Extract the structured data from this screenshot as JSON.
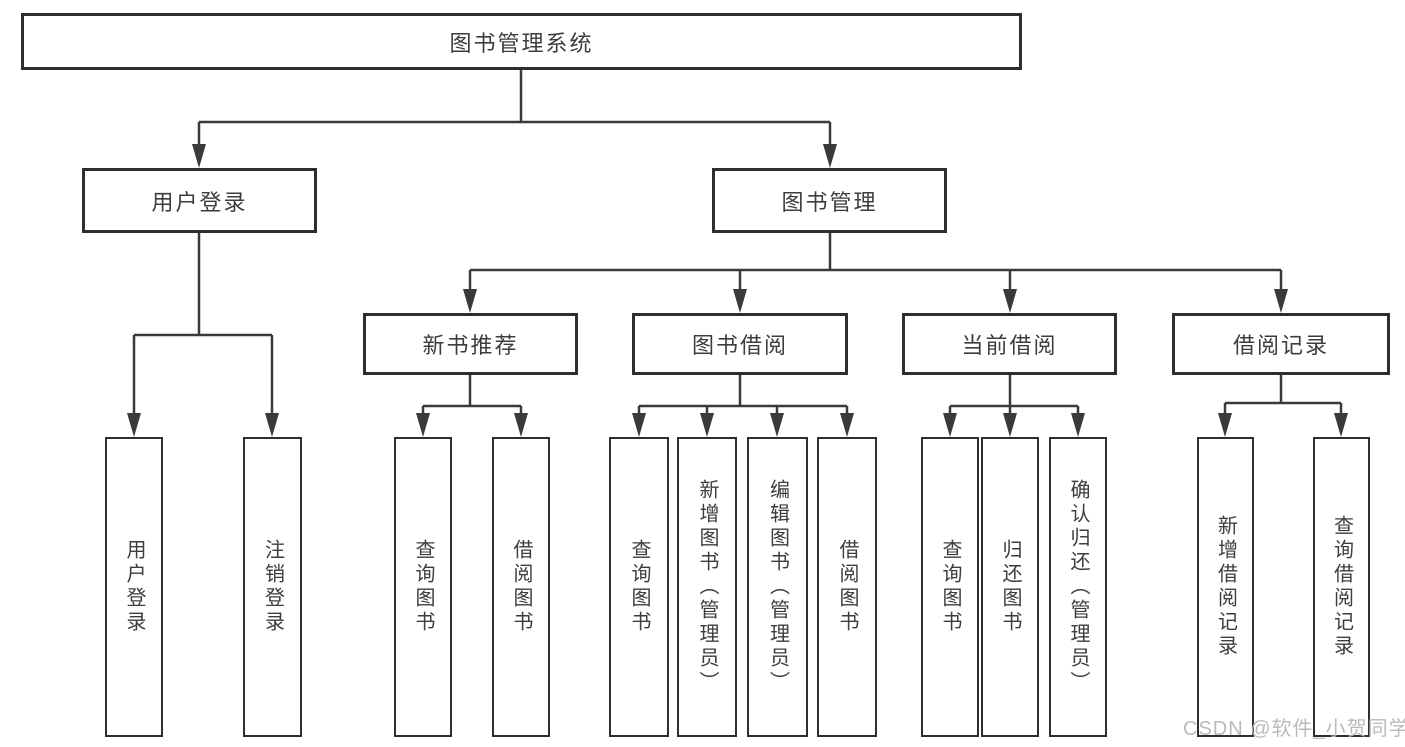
{
  "diagram": {
    "nodes": {
      "root": {
        "label": "图书管理系统"
      },
      "level2": [
        {
          "id": "user-login",
          "label": "用户登录"
        },
        {
          "id": "book-management",
          "label": "图书管理"
        }
      ],
      "level3": [
        {
          "id": "new-book-recommend",
          "label": "新书推荐"
        },
        {
          "id": "book-borrowing",
          "label": "图书借阅"
        },
        {
          "id": "current-borrowing",
          "label": "当前借阅"
        },
        {
          "id": "borrowing-records",
          "label": "借阅记录"
        }
      ],
      "leaves": [
        {
          "id": "user-login",
          "label": "用户登录"
        },
        {
          "id": "logout",
          "label": "注销登录"
        },
        {
          "id": "query-books-recommend",
          "label": "查询图书"
        },
        {
          "id": "borrow-books-recommend",
          "label": "借阅图书"
        },
        {
          "id": "query-books-borrowing",
          "label": "查询图书"
        },
        {
          "id": "add-books-admin",
          "label": "新增图书（管理员）"
        },
        {
          "id": "edit-books-admin",
          "label": "编辑图书（管理员）"
        },
        {
          "id": "borrow-books-borrowing",
          "label": "借阅图书"
        },
        {
          "id": "query-books-current",
          "label": "查询图书"
        },
        {
          "id": "return-books",
          "label": "归还图书"
        },
        {
          "id": "confirm-return-admin",
          "label": "确认归还（管理员）"
        },
        {
          "id": "add-borrow-record",
          "label": "新增借阅记录"
        },
        {
          "id": "query-borrow-record",
          "label": "查询借阅记录"
        }
      ]
    },
    "watermark": "CSDN @软件_小贺同学"
  }
}
